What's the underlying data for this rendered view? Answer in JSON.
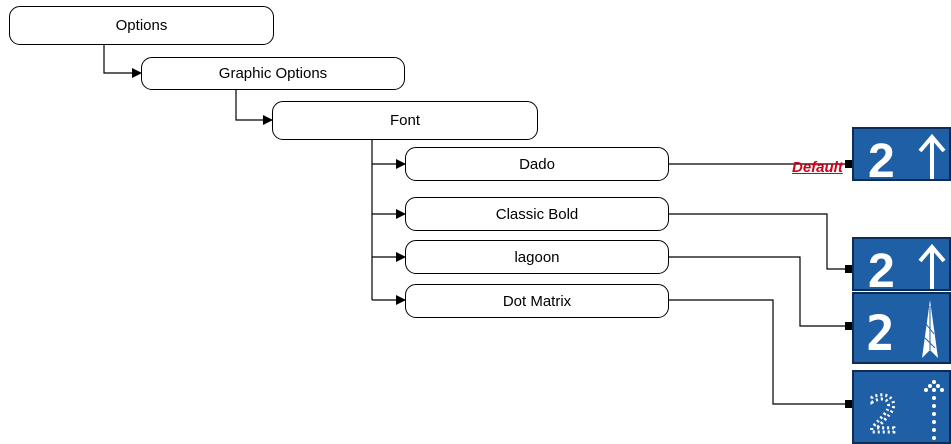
{
  "tree": {
    "root": "Options",
    "level1": "Graphic Options",
    "level2": "Font",
    "fonts": [
      {
        "label": "Dado",
        "is_default": true
      },
      {
        "label": "Classic Bold",
        "is_default": false
      },
      {
        "label": "lagoon",
        "is_default": false
      },
      {
        "label": "Dot Matrix",
        "is_default": false
      }
    ]
  },
  "default_tag": "Default",
  "previews": [
    {
      "glyph": "2",
      "style": "dado"
    },
    {
      "glyph": "2",
      "style": "classic-bold"
    },
    {
      "glyph": "2",
      "style": "lagoon"
    },
    {
      "glyph": "2",
      "style": "dot-matrix"
    }
  ],
  "colors": {
    "panel_bg": "#1f5fa6",
    "default_text": "#d0021b"
  }
}
